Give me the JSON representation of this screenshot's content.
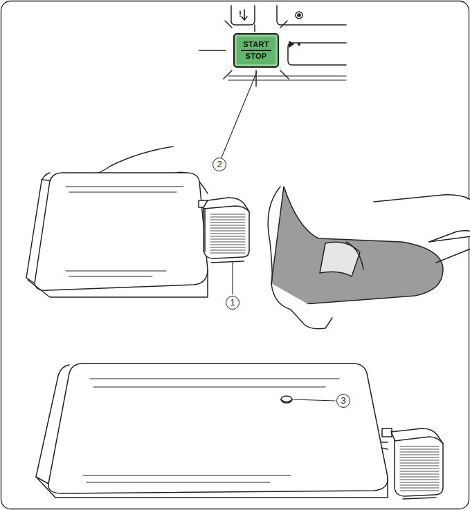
{
  "diagram": {
    "nodes": [
      {
        "text": [
          "START",
          "STOP"
        ]
      }
    ],
    "labels": [
      "1",
      "2",
      "3"
    ]
  }
}
